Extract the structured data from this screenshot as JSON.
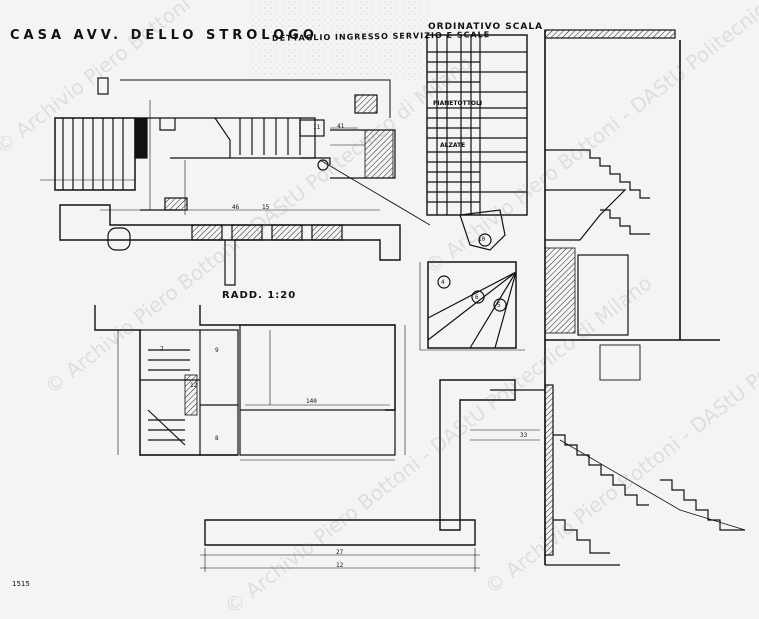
{
  "title": "CASA AVV. DELLO STROLOGO",
  "subtitle": "DETTAGLIO INGRESSO SERVIZIO E SCALE",
  "scale_table_title": "ORDINATIVO SCALA",
  "scale_table_sections": [
    "PIANETOTTOLI",
    "ALZATE"
  ],
  "section_label": "RADD. 1:20",
  "sheet_number": "1515",
  "watermark": "© Archivio Piero Bottoni - DAStU Politecnico di Milano",
  "room_numbers": [
    "4",
    "5",
    "6",
    "7",
    "8",
    "9",
    "10",
    "11",
    "12"
  ],
  "dimensions": {
    "span_140": "140",
    "span_27": "27",
    "span_12": "12",
    "span_33": "33",
    "span_46": "46",
    "span_15": "15",
    "span_41": "41"
  }
}
